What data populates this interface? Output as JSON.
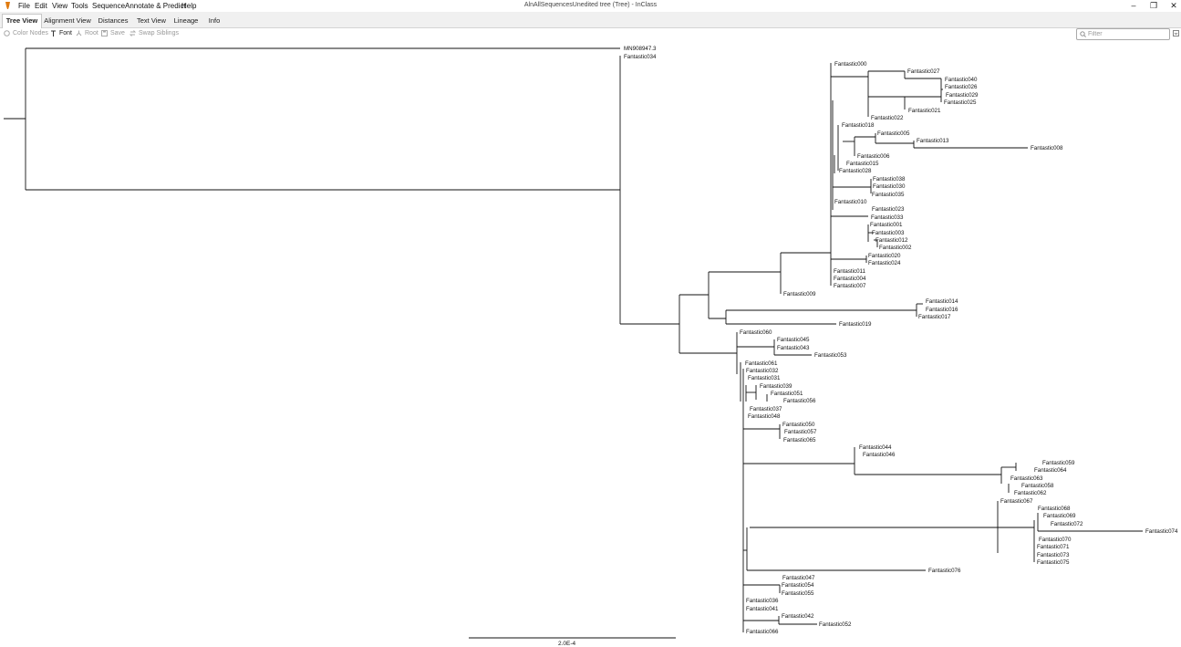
{
  "window": {
    "title": "AlnAllSequencesUnedited tree (Tree) - InClass"
  },
  "menu": {
    "file": "File",
    "edit": "Edit",
    "view": "View",
    "tools": "Tools",
    "sequence": "Sequence",
    "annotate": "Annotate & Predict",
    "help": "Help"
  },
  "tabs": {
    "tree": "Tree View",
    "alignment": "Alignment View",
    "distances": "Distances",
    "text": "Text View",
    "lineage": "Lineage",
    "info": "Info"
  },
  "toolbar": {
    "color_nodes": "Color Nodes",
    "font": "Font",
    "root": "Root",
    "save": "Save",
    "swap": "Swap Siblings",
    "filter_placeholder": "Filter"
  },
  "scale": {
    "label": "2.0E-4"
  },
  "leaves": {
    "MN908947_3": "MN908947.3",
    "F034": "Fantastic034",
    "F000": "Fantastic000",
    "F027": "Fantastic027",
    "F040": "Fantastic040",
    "F026": "Fantastic026",
    "F029": "Fantastic029",
    "F025": "Fantastic025",
    "F021": "Fantastic021",
    "F022": "Fantastic022",
    "F018": "Fantastic018",
    "F005": "Fantastic005",
    "F013": "Fantastic013",
    "F008": "Fantastic008",
    "F006": "Fantastic006",
    "F015": "Fantastic015",
    "F028": "Fantastic028",
    "F038": "Fantastic038",
    "F030": "Fantastic030",
    "F035": "Fantastic035",
    "F010": "Fantastic010",
    "F023": "Fantastic023",
    "F033": "Fantastic033",
    "F001": "Fantastic001",
    "F003": "Fantastic003",
    "F012": "Fantastic012",
    "F002": "Fantastic002",
    "F020": "Fantastic020",
    "F024": "Fantastic024",
    "F011": "Fantastic011",
    "F004": "Fantastic004",
    "F007": "Fantastic007",
    "F009": "Fantastic009",
    "F014": "Fantastic014",
    "F016": "Fantastic016",
    "F017": "Fantastic017",
    "F019": "Fantastic019",
    "F060": "Fantastic060",
    "F045": "Fantastic045",
    "F043": "Fantastic043",
    "F053": "Fantastic053",
    "F061": "Fantastic061",
    "F032": "Fantastic032",
    "F031": "Fantastic031",
    "F039": "Fantastic039",
    "F051": "Fantastic051",
    "F056": "Fantastic056",
    "F037": "Fantastic037",
    "F048": "Fantastic048",
    "F050": "Fantastic050",
    "F057": "Fantastic057",
    "F065": "Fantastic065",
    "F044": "Fantastic044",
    "F046": "Fantastic046",
    "F059": "Fantastic059",
    "F064": "Fantastic064",
    "F063": "Fantastic063",
    "F058": "Fantastic058",
    "F062": "Fantastic062",
    "F067": "Fantastic067",
    "F068": "Fantastic068",
    "F069": "Fantastic069",
    "F072": "Fantastic072",
    "F074": "Fantastic074",
    "F070": "Fantastic070",
    "F071": "Fantastic071",
    "F073": "Fantastic073",
    "F075": "Fantastic075",
    "F076": "Fantastic076",
    "F047": "Fantastic047",
    "F054": "Fantastic054",
    "F055": "Fantastic055",
    "F036": "Fantastic036",
    "F041": "Fantastic041",
    "F042": "Fantastic042",
    "F052": "Fantastic052",
    "F066": "Fantastic066"
  }
}
